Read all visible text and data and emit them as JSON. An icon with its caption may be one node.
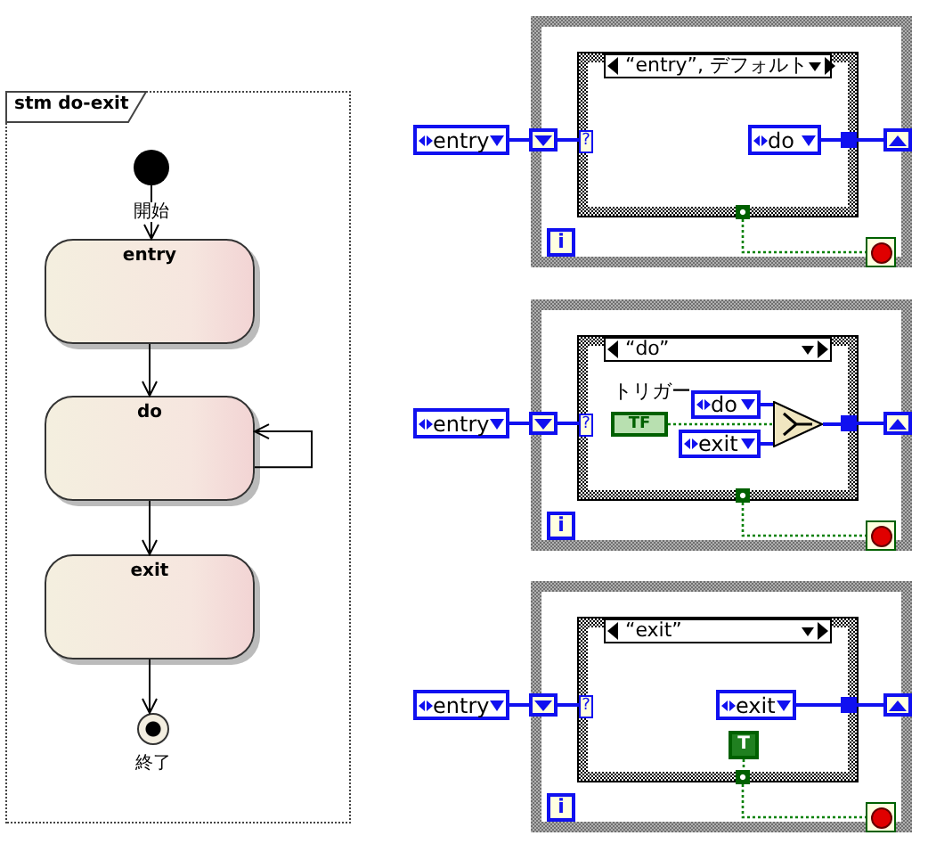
{
  "diagram": {
    "nodes": [
      {
        "text": [
          "stm do-exit"
        ]
      },
      {
        "text": [],
        "shape": "circle",
        "in": 0
      },
      {
        "text": [
          "entry"
        ],
        "in": 0
      },
      {
        "text": [
          "do"
        ],
        "in": 0
      },
      {
        "text": [
          "exit"
        ],
        "in": 0
      },
      {
        "text": [],
        "shape": "circle",
        "in": 0,
        "beside": [
          "終了"
        ]
      },
      {
        "text": [],
        "shape": "box"
      },
      {
        "text": [
          "“entry”, デフォルト"
        ],
        "in": 6
      },
      {
        "text": [
          "entry"
        ]
      },
      {
        "text": [],
        "shape": "box",
        "in": 6
      },
      {
        "text": [
          "?"
        ],
        "in": 7
      },
      {
        "text": [
          "do"
        ],
        "in": 7
      },
      {
        "text": [],
        "shape": "box",
        "in": 7
      },
      {
        "text": [],
        "shape": "box",
        "in": 6
      },
      {
        "text": [
          "i"
        ],
        "in": 6
      },
      {
        "text": [],
        "shape": "box",
        "in": 6
      },
      {
        "text": [],
        "shape": "box",
        "in": 7
      },
      {
        "text": [],
        "shape": "box"
      },
      {
        "text": [
          "“do”"
        ],
        "in": 17
      },
      {
        "text": [
          "entry"
        ]
      },
      {
        "text": [],
        "shape": "box",
        "in": 17
      },
      {
        "text": [
          "?"
        ],
        "in": 18
      },
      {
        "text": [
          "TF"
        ],
        "in": 18
      },
      {
        "text": [
          "do"
        ],
        "in": 18
      },
      {
        "text": [
          "exit"
        ],
        "in": 18
      },
      {
        "text": [],
        "shape": "triangle",
        "in": 18
      },
      {
        "text": [],
        "shape": "box",
        "in": 18
      },
      {
        "text": [],
        "shape": "box",
        "in": 17
      },
      {
        "text": [
          "i"
        ],
        "in": 17
      },
      {
        "text": [],
        "shape": "box",
        "in": 17
      },
      {
        "text": [],
        "shape": "box",
        "in": 18
      },
      {
        "text": [],
        "shape": "box"
      },
      {
        "text": [
          "“exit”"
        ],
        "in": 31
      },
      {
        "text": [
          "entry"
        ]
      },
      {
        "text": [],
        "shape": "box",
        "in": 31
      },
      {
        "text": [
          "?"
        ],
        "in": 32
      },
      {
        "text": [
          "exit"
        ],
        "in": 32
      },
      {
        "text": [],
        "shape": "box",
        "in": 32
      },
      {
        "text": [],
        "shape": "box",
        "in": 31
      },
      {
        "text": [
          "i"
        ],
        "in": 31
      },
      {
        "text": [],
        "shape": "box",
        "in": 31
      },
      {
        "text": [
          "T"
        ],
        "in": 32
      },
      {
        "text": [],
        "shape": "box",
        "in": 32
      }
    ],
    "edges": [
      {
        "from": 1,
        "to": 2,
        "arrow": "to",
        "label": "開始",
        "color": "#000000"
      },
      {
        "from": 2,
        "to": 3,
        "arrow": "to",
        "color": "#000000"
      },
      {
        "from": 3,
        "to": 3,
        "arrow": "to",
        "color": "#000000"
      },
      {
        "from": 3,
        "to": 4,
        "arrow": "to",
        "color": "#000000"
      },
      {
        "from": 4,
        "to": 5,
        "arrow": "to",
        "color": "#000000"
      },
      {
        "from": 8,
        "to": 9,
        "arrow": "none"
      },
      {
        "from": 9,
        "to": 10,
        "arrow": "none"
      },
      {
        "from": 11,
        "to": 12,
        "arrow": "none"
      },
      {
        "from": 12,
        "to": 13,
        "arrow": "none"
      },
      {
        "from": 16,
        "to": 15,
        "arrow": "none",
        "style": "dashed",
        "color": "#008000"
      },
      {
        "from": 19,
        "to": 20,
        "arrow": "none"
      },
      {
        "from": 20,
        "to": 21,
        "arrow": "none"
      },
      {
        "from": 22,
        "to": 25,
        "arrow": "none",
        "style": "dashed",
        "color": "#008000"
      },
      {
        "from": 23,
        "to": 25,
        "arrow": "none"
      },
      {
        "from": 24,
        "to": 25,
        "arrow": "none"
      },
      {
        "from": 25,
        "to": 26,
        "arrow": "none"
      },
      {
        "from": 26,
        "to": 27,
        "arrow": "none"
      },
      {
        "from": 30,
        "to": 29,
        "arrow": "none",
        "style": "dashed",
        "color": "#008000"
      },
      {
        "from": 33,
        "to": 34,
        "arrow": "none"
      },
      {
        "from": 34,
        "to": 35,
        "arrow": "none"
      },
      {
        "from": 36,
        "to": 37,
        "arrow": "none"
      },
      {
        "from": 37,
        "to": 38,
        "arrow": "none"
      },
      {
        "from": 41,
        "to": 42,
        "arrow": "none",
        "style": "dashed",
        "color": "#008000"
      },
      {
        "from": 42,
        "to": 40,
        "arrow": "none",
        "style": "dashed",
        "color": "#008000"
      }
    ],
    "labels": [
      "トリガー"
    ]
  }
}
